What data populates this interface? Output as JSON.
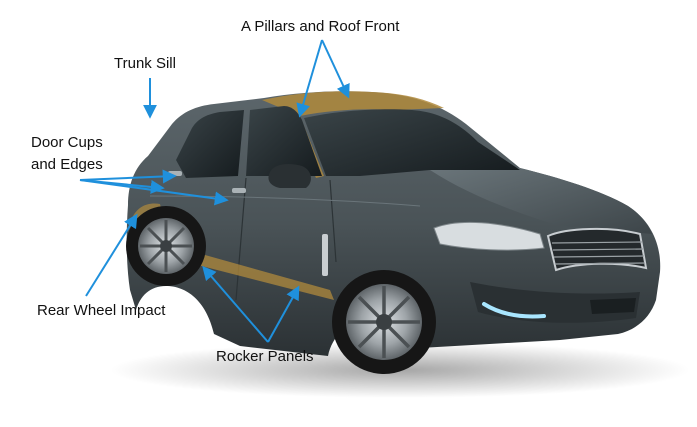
{
  "labels": {
    "a_pillars": "A Pillars and Roof Front",
    "trunk_sill": "Trunk Sill",
    "door_cups_line1": "Door Cups",
    "door_cups_line2": "and Edges",
    "rear_wheel": "Rear Wheel Impact",
    "rocker_panels": "Rocker Panels"
  },
  "colors": {
    "arrow": "#1f90dc",
    "body": "#4a5256",
    "film_highlight": "#b08a3c",
    "glass": "#1c2326",
    "tire": "#161616",
    "rim": "#b9bec2",
    "led": "#a9e6ff"
  }
}
